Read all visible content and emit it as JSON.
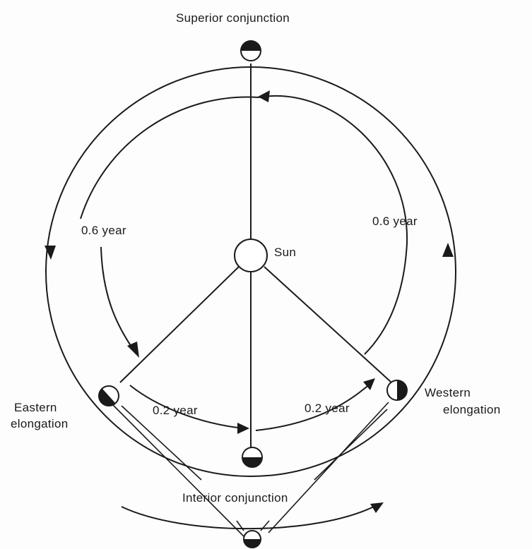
{
  "labels": {
    "superior_conjunction": "Superior conjunction",
    "sun": "Sun",
    "eastern_elongation_1": "Eastern",
    "eastern_elongation_2": "elongation",
    "western_elongation_1": "Western",
    "western_elongation_2": "elongation",
    "interior_conjunction": "Interior conjunction",
    "period_left": "0.6 year",
    "period_right": "0.6 year",
    "period_bottom_left": "0.2 year",
    "period_bottom_right": "0.2 year"
  },
  "colors": {
    "ink": "#1a1a1a",
    "background": "#fdfdfd"
  }
}
